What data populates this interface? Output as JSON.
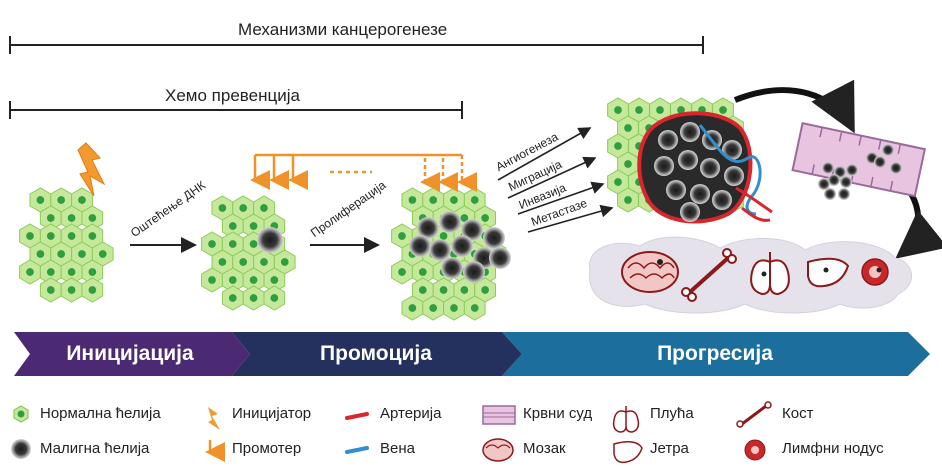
{
  "titles": {
    "mechanisms": "Механизми канцерогенезе",
    "chemoprevention": "Хемо превенција"
  },
  "arrow_labels": {
    "dna_damage": "Оштећење ДНК",
    "proliferation": "Пролиферација",
    "angiogenesis": "Ангиогенеза",
    "migration": "Миграција",
    "invasion": "Инвазија",
    "metastasis": "Метастазе"
  },
  "phases": [
    {
      "label": "Иницијација",
      "color": "#4b2a73"
    },
    {
      "label": "Промоција",
      "color": "#24305e"
    },
    {
      "label": "Прогресија",
      "color": "#1c6e9c"
    }
  ],
  "legend": [
    {
      "icon": "normal-cell-icon",
      "label": "Нормална ћелија"
    },
    {
      "icon": "malignant-cell-icon",
      "label": "Малигна ћелија"
    },
    {
      "icon": "initiator-icon",
      "label": "Иницијатор"
    },
    {
      "icon": "promoter-icon",
      "label": "Промотер"
    },
    {
      "icon": "artery-icon",
      "label": "Артерија"
    },
    {
      "icon": "vein-icon",
      "label": "Вена"
    },
    {
      "icon": "blood-vessel-icon",
      "label": "Крвни суд"
    },
    {
      "icon": "brain-icon",
      "label": "Мозак"
    },
    {
      "icon": "lungs-icon",
      "label": "Плућа"
    },
    {
      "icon": "liver-icon",
      "label": "Јетра"
    },
    {
      "icon": "bone-icon",
      "label": "Кост"
    },
    {
      "icon": "lymph-node-icon",
      "label": "Лимфни нодус"
    }
  ],
  "colors": {
    "normal_cell_fill": "#c5e89a",
    "normal_cell_nucleus": "#2e9e3e",
    "malignant_cell": "#2a2a2a",
    "initiator": "#f0922a",
    "promoter": "#f0922a",
    "artery": "#d8262c",
    "vein": "#2f8fd0",
    "vessel": "#e8c4e0"
  }
}
